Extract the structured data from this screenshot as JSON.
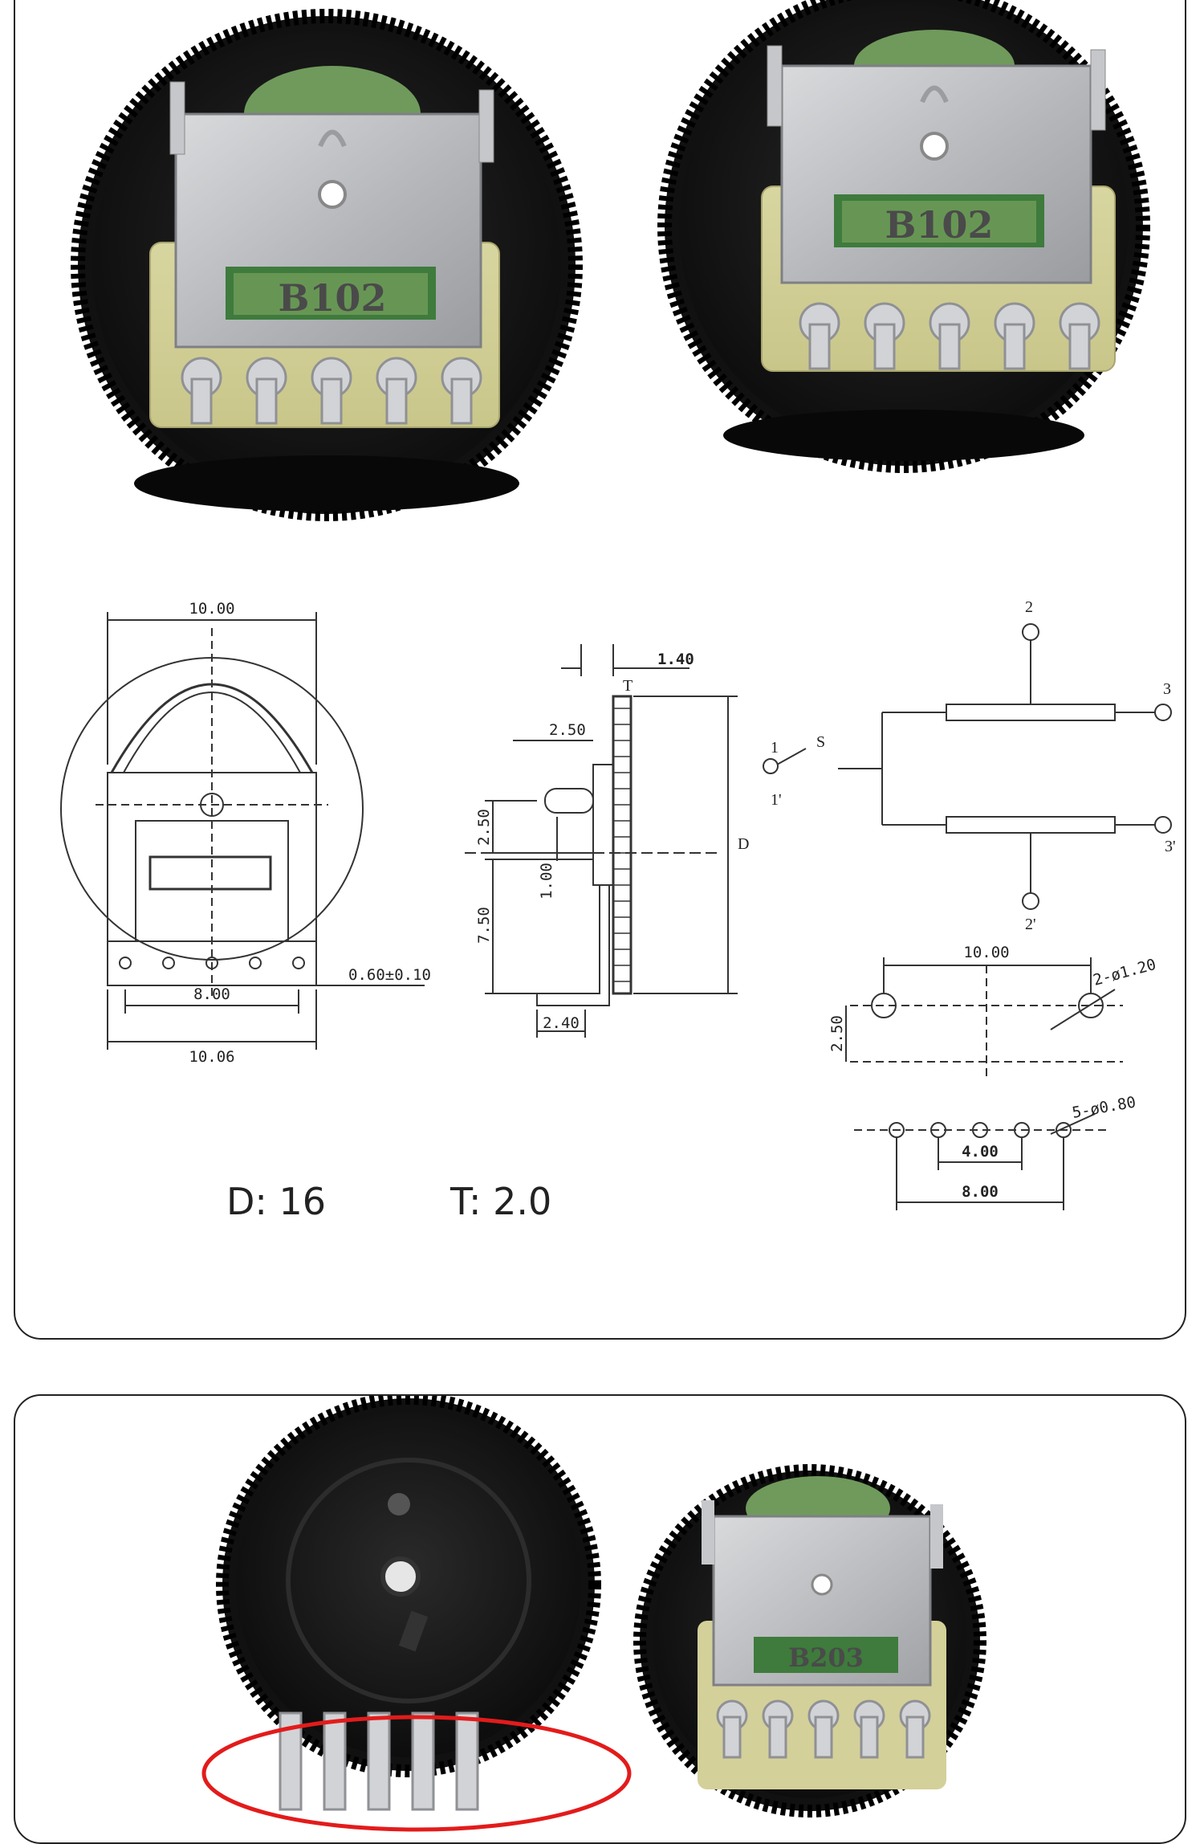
{
  "photo_top": {
    "left_label": "B102",
    "right_label": "B102"
  },
  "front_view": {
    "width_top": "10.00",
    "width_bottom": "10.06",
    "pin_span": "8.00",
    "pin_width": "0.60±0.10"
  },
  "side_view": {
    "t_dim": "1.40",
    "t_label": "T",
    "shaft": "2.50",
    "upper": "2.50",
    "lower": "7.50",
    "mid": "1.00",
    "foot": "2.40",
    "d_label": "D"
  },
  "schematic": {
    "pins": [
      "1",
      "S",
      "1'",
      "2",
      "3",
      "3'",
      "2'"
    ]
  },
  "hole_pattern": {
    "mount_span": "10.00",
    "mount_hole": "2-ø1.20",
    "mount_offset": "2.50",
    "pin_hole": "5-ø0.80",
    "pin_pitch": "4.00",
    "pin_span": "8.00"
  },
  "specs": {
    "d": "D: 16",
    "t": "T: 2.0"
  },
  "photo_bottom": {
    "right_label": "B203"
  }
}
